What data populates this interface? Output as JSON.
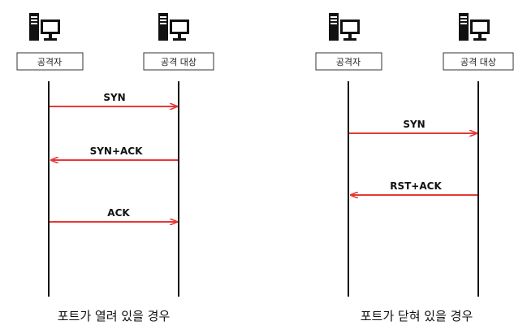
{
  "colors": {
    "arrow": "#e53935",
    "line": "#111111",
    "box_border": "#333333",
    "monitor": "#111111"
  },
  "icons": {
    "computer": "computer-icon"
  },
  "left": {
    "attacker": "공격자",
    "target": "공격 대상",
    "messages": [
      {
        "label": "SYN",
        "direction": "to-target"
      },
      {
        "label": "SYN+ACK",
        "direction": "to-attacker"
      },
      {
        "label": "ACK",
        "direction": "to-target"
      }
    ],
    "caption": "포트가 열려 있을 경우"
  },
  "right": {
    "attacker": "공격자",
    "target": "공격 대상",
    "messages": [
      {
        "label": "SYN",
        "direction": "to-target"
      },
      {
        "label": "RST+ACK",
        "direction": "to-attacker"
      }
    ],
    "caption": "포트가 닫혀 있을 경우"
  }
}
